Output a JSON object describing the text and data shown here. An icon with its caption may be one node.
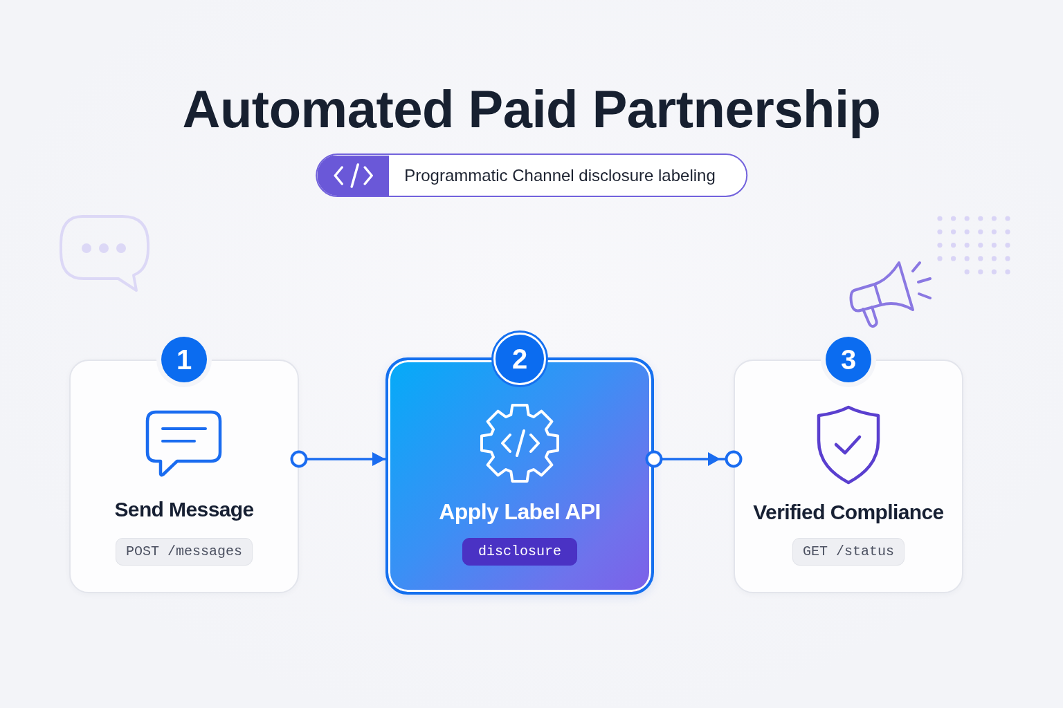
{
  "diagram": {
    "title": "Automated Paid Partnership",
    "nodes": [
      {
        "text": [
          "Programmatic Channel disclosure labeling"
        ]
      },
      {
        "text": [
          "1",
          "Send Message",
          "POST /messages"
        ]
      },
      {
        "text": [
          "2",
          "Apply Label API",
          "disclosure"
        ]
      },
      {
        "text": [
          "3",
          "Verified Compliance",
          "GET /status"
        ]
      }
    ],
    "edges": [
      {
        "from": 1,
        "to": 2,
        "arrow": "to"
      },
      {
        "from": 2,
        "to": 3,
        "arrow": "to"
      }
    ]
  }
}
